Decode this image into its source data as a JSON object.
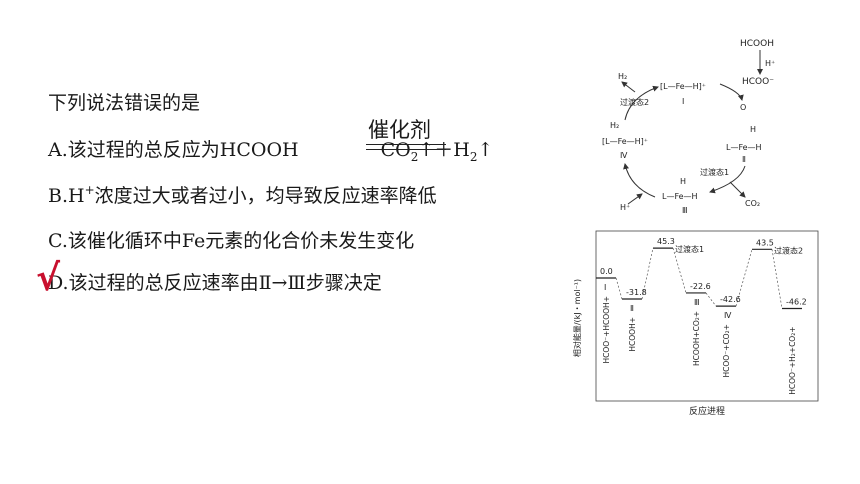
{
  "question": {
    "stem": "下列说法错误的是",
    "a_prefix": "A.该过程的总反应为HCOOH",
    "a_catalyst": "催化剂",
    "a_co2": "CO",
    "a_co2_sub": "2",
    "a_mid": "↑＋H",
    "a_h2_sub": "2",
    "a_end": "↑",
    "b_prefix": "B.H",
    "b_sup": "+",
    "b_rest": "浓度过大或者过小，均导致反应速率降低",
    "c": "C.该催化循环中Fe元素的化合价未发生变化",
    "d": "D.该过程的总反应速率由Ⅱ→Ⅲ步骤决定",
    "answer_mark": "√"
  },
  "cycle": {
    "hcooh": "HCOOH",
    "hplus": "H⁺",
    "hcoo_minus": "HCOO⁻",
    "h2": "H₂",
    "ts2": "过渡态2",
    "ts1": "过渡态1",
    "co2": "CO₂",
    "hplus2": "H⁺",
    "I_label": "Ⅰ",
    "I_struct": "[L—Fe—H]⁺",
    "II_label": "Ⅱ",
    "II_o": "O",
    "II_h": "H",
    "II_struct": "L—Fe—H",
    "III_label": "Ⅲ",
    "III_h": "H",
    "III_struct": "L—Fe—H",
    "IV_label": "Ⅳ",
    "IV_h2": "H₂",
    "IV_struct": "[L—Fe—H]⁺"
  },
  "chart_data": {
    "type": "line",
    "ylabel": "相对能量/(kJ・mol⁻¹)",
    "xlabel": "反应进程",
    "levels": [
      {
        "value": 0.0,
        "label": "0.0",
        "roman": "Ⅰ",
        "species": "HCOO⁻+HCOOH+"
      },
      {
        "value": -31.8,
        "label": "-31.8",
        "roman": "Ⅱ",
        "species": "HCOOH+"
      },
      {
        "value": 45.3,
        "label": "45.3",
        "roman": "",
        "species": "",
        "ts": "过渡态1"
      },
      {
        "value": -22.6,
        "label": "-22.6",
        "roman": "Ⅲ",
        "species": "HCOOH+CO₂+"
      },
      {
        "value": -42.6,
        "label": "-42.6",
        "roman": "Ⅳ",
        "species": "HCOO⁻+CO₂+"
      },
      {
        "value": 43.5,
        "label": "43.5",
        "roman": "",
        "species": "",
        "ts": "过渡态2"
      },
      {
        "value": -46.2,
        "label": "-46.2",
        "roman": "",
        "species": "HCOO⁻+H₂+CO₂+"
      }
    ]
  }
}
